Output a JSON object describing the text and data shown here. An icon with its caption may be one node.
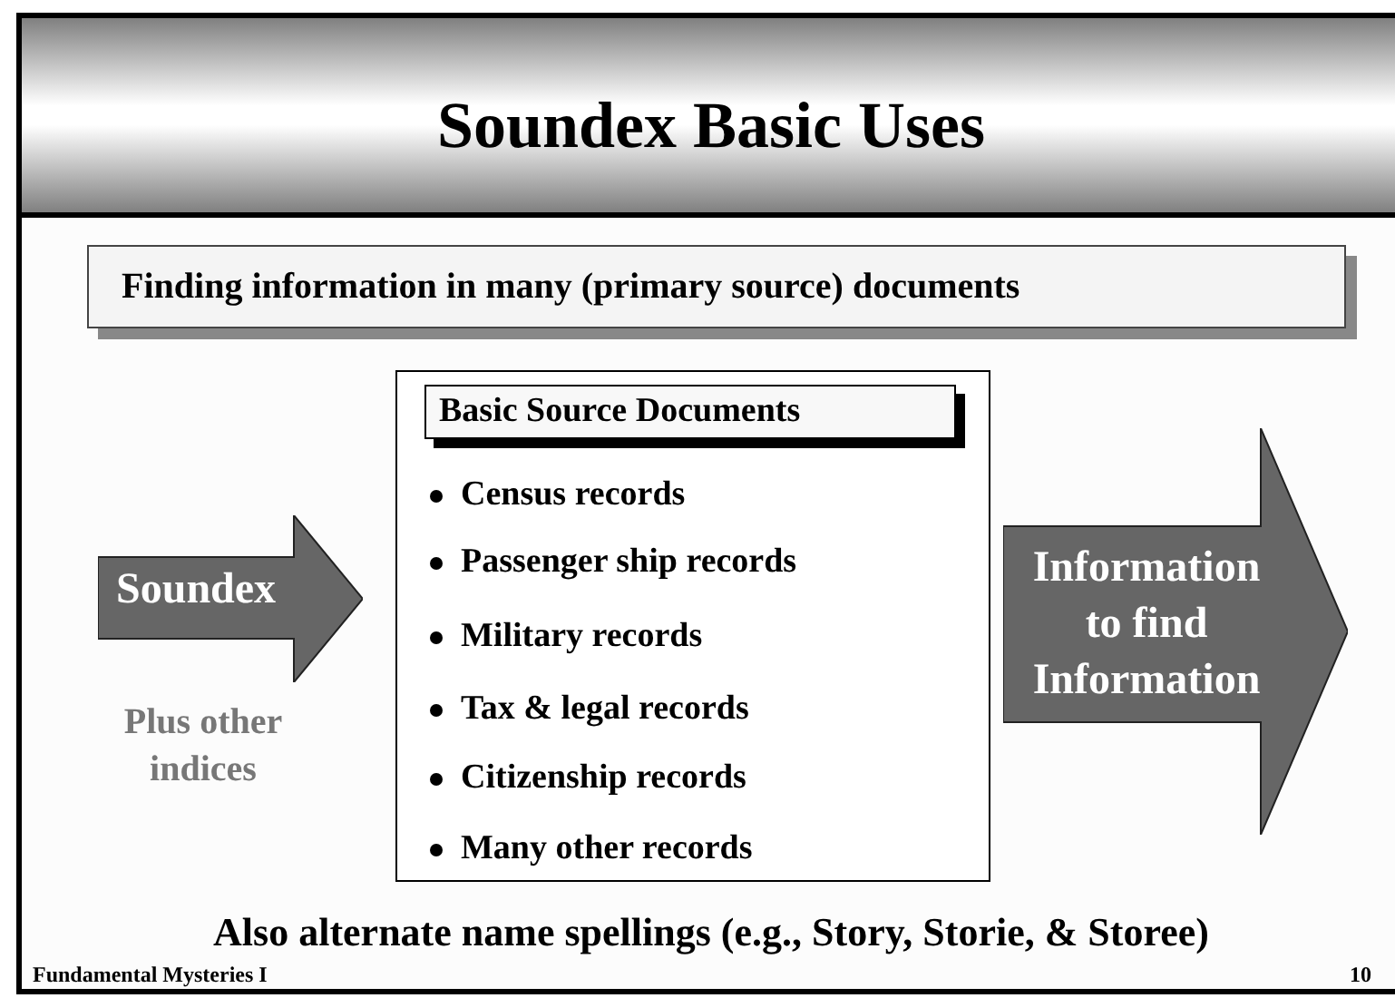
{
  "diagram": {
    "title": "Soundex Basic Uses",
    "nodes": [
      {
        "text": [
          "Finding information in many (primary source) documents"
        ]
      },
      {
        "text": [
          "Soundex"
        ],
        "beside": [
          "Plus other indices"
        ]
      },
      {
        "text": [
          "Census records",
          "Passenger ship records",
          "Military records",
          "Tax & legal records",
          "Citizenship records",
          "Many other records"
        ]
      },
      {
        "text": [
          "Basic Source Documents"
        ],
        "in": 2
      },
      {
        "text": [
          "Information to find Information"
        ]
      }
    ],
    "labels": [
      "Also alternate name spellings (e.g., Story, Storie, & Storee)",
      "Fundamental Mysteries I",
      "10"
    ]
  }
}
